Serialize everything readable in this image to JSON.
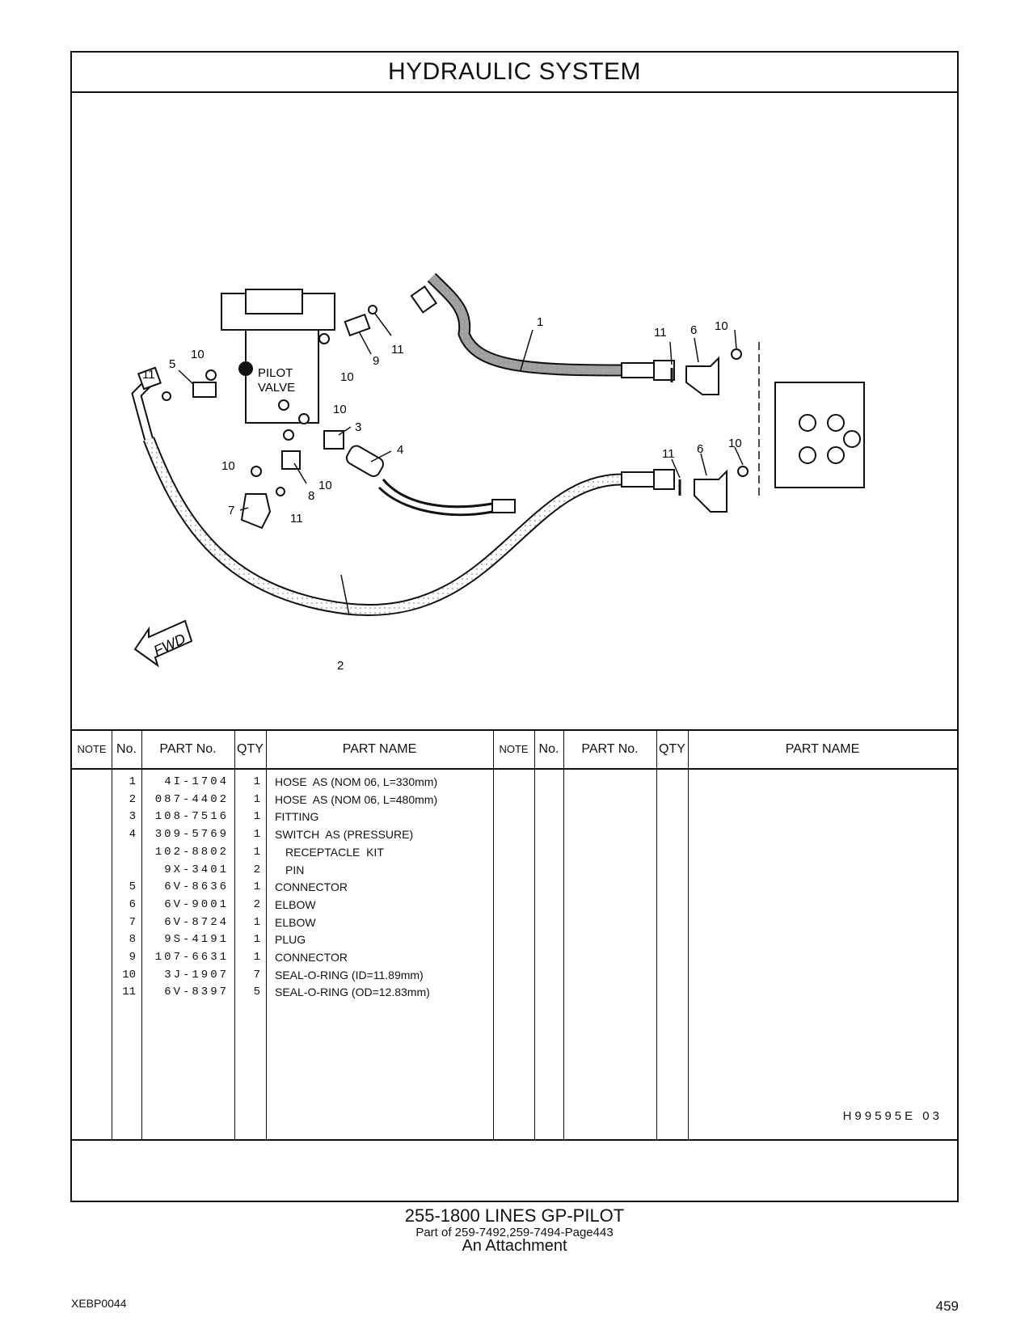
{
  "title": "HYDRAULIC   SYSTEM",
  "diagram": {
    "labels": [
      "1",
      "2",
      "3",
      "4",
      "5",
      "6",
      "6",
      "7",
      "8",
      "9",
      "10",
      "10",
      "10",
      "10",
      "10",
      "10",
      "10",
      "11",
      "11",
      "11",
      "11",
      "11"
    ],
    "pilot_valve": [
      "PILOT",
      "VALVE"
    ],
    "fwd": "FWD"
  },
  "table": {
    "headers": {
      "note": "NOTE",
      "no": "No.",
      "part_no": "PART No.",
      "qty": "QTY",
      "part_name": "PART NAME"
    },
    "rows": [
      {
        "no": "1",
        "part_no": "4I-1704",
        "qty": "1",
        "name": "HOSE  AS (NOM 06, L=330mm)",
        "indent": false
      },
      {
        "no": "2",
        "part_no": "087-4402",
        "qty": "1",
        "name": "HOSE  AS (NOM 06, L=480mm)",
        "indent": false
      },
      {
        "no": "3",
        "part_no": "108-7516",
        "qty": "1",
        "name": "FITTING",
        "indent": false
      },
      {
        "no": "4",
        "part_no": "309-5769",
        "qty": "1",
        "name": "SWITCH  AS (PRESSURE)",
        "indent": false
      },
      {
        "no": "",
        "part_no": "102-8802",
        "qty": "1",
        "name": "RECEPTACLE  KIT",
        "indent": true
      },
      {
        "no": "",
        "part_no": "9X-3401",
        "qty": "2",
        "name": "PIN",
        "indent": true
      },
      {
        "no": "5",
        "part_no": "6V-8636",
        "qty": "1",
        "name": "CONNECTOR",
        "indent": false
      },
      {
        "no": "6",
        "part_no": "6V-9001",
        "qty": "2",
        "name": "ELBOW",
        "indent": false
      },
      {
        "no": "7",
        "part_no": "6V-8724",
        "qty": "1",
        "name": "ELBOW",
        "indent": false
      },
      {
        "no": "8",
        "part_no": "9S-4191",
        "qty": "1",
        "name": "PLUG",
        "indent": false
      },
      {
        "no": "9",
        "part_no": "107-6631",
        "qty": "1",
        "name": "CONNECTOR",
        "indent": false
      },
      {
        "no": "10",
        "part_no": "3J-1907",
        "qty": "7",
        "name": "SEAL-O-RING (ID=11.89mm)",
        "indent": false
      },
      {
        "no": "11",
        "part_no": "6V-8397",
        "qty": "5",
        "name": "SEAL-O-RING (OD=12.83mm)",
        "indent": false
      }
    ]
  },
  "code": "H99595E   03",
  "caption": {
    "line1": "255-1800   LINES  GP-PILOT",
    "line2": "Part of 259-7492,259-7494-Page443",
    "line3": "An Attachment"
  },
  "footer": {
    "doc_id": "XEBP0044",
    "page": "459"
  }
}
